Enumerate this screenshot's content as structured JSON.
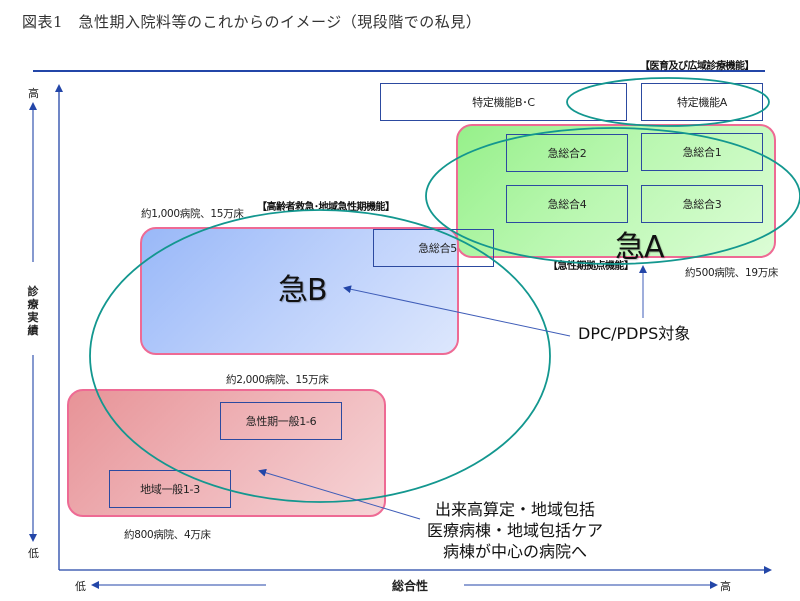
{
  "title": "図表1　急性期入院料等のこれからのイメージ（現段階での私見）",
  "colors": {
    "axis_blue": "#2346a8",
    "box_border": "#2c4aa0",
    "group_border": "#ee6a94",
    "ellipse_teal": "#13978f",
    "group_a_fill": "#b9f7b0",
    "group_b_fill": "#bcd0fb",
    "group_c_fill": "#efb4b8"
  },
  "axes": {
    "y": {
      "label": "診療実績",
      "label_chars": [
        "診",
        "療",
        "実",
        "績"
      ],
      "high": "高",
      "low": "低"
    },
    "x": {
      "label": "総合性",
      "high": "高",
      "low": "低"
    }
  },
  "sections": {
    "advanced": "【医育及び広域診療機能】",
    "elderly": "【高齢者救急･地域急性期機能】",
    "hub": "【急性期拠点機能】"
  },
  "top_boxes": {
    "tokutei_bc": "特定機能B･C",
    "tokutei_a": "特定機能A"
  },
  "group_a": {
    "label": "急A",
    "boxes": [
      "急総合2",
      "急総合1",
      "急総合4",
      "急総合3"
    ],
    "count": "約500病院、19万床"
  },
  "group_b": {
    "label": "急B",
    "box": "急総合5",
    "count": "約1,000病院、15万床"
  },
  "group_c": {
    "boxes": [
      "急性期一般1-6",
      "地域一般1-3"
    ],
    "count_top": "約2,000病院、15万床",
    "count_bottom": "約800病院、4万床"
  },
  "callouts": {
    "dpc": "DPC/PDPS対象",
    "regional_lines": [
      "出来高算定・地域包括",
      "医療病棟・地域包括ケア",
      "病棟が中心の病院へ"
    ]
  }
}
